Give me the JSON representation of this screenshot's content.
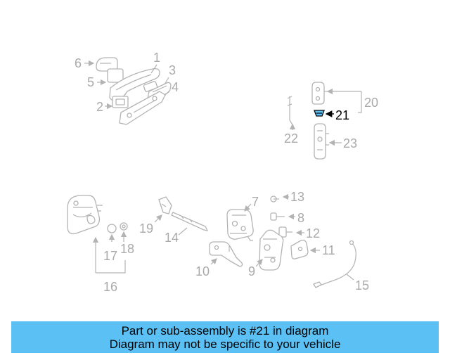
{
  "callouts": {
    "p1": "1",
    "p2": "2",
    "p3": "3",
    "p4": "4",
    "p5": "5",
    "p6": "6",
    "p7": "7",
    "p8": "8",
    "p9": "9",
    "p10": "10",
    "p11": "11",
    "p12": "12",
    "p13": "13",
    "p14": "14",
    "p15": "15",
    "p16": "16",
    "p17": "17",
    "p18": "18",
    "p19": "19",
    "p20": "20",
    "p21": "21",
    "p22": "22",
    "p23": "23"
  },
  "highlight": {
    "part": "21",
    "color": "#5bc0f4"
  },
  "banner": {
    "line1": "Part or sub-assembly is #21 in diagram",
    "line2": "Diagram may not be specific to your vehicle",
    "background": "#5bc0f4"
  }
}
